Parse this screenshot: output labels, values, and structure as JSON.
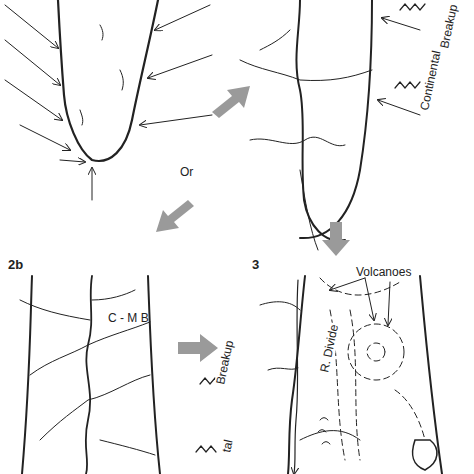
{
  "diagram": {
    "labels": [
      "Breakup",
      "Continental",
      "Or",
      "2b",
      "C - M B",
      "Breakup",
      "tal",
      "3",
      "Volcanoes",
      "R. Divide"
    ]
  }
}
